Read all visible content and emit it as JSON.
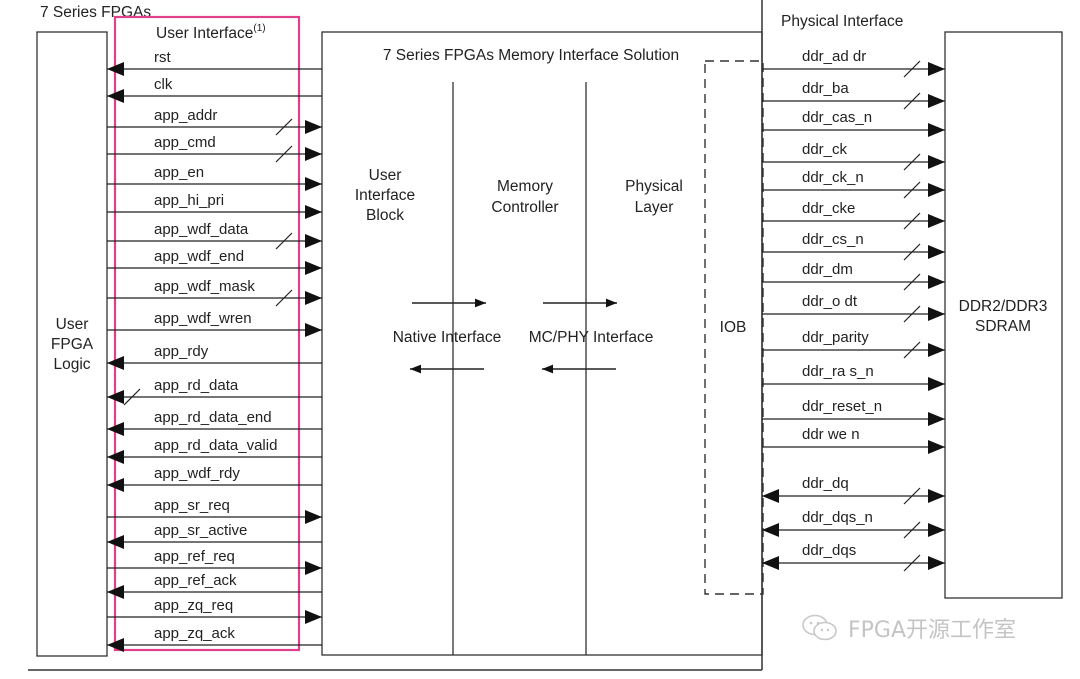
{
  "title": "7 Series FPGAs",
  "user_fpga_logic": {
    "label_lines": [
      "User",
      "FPGA",
      "Logic"
    ]
  },
  "user_interface": {
    "title": "User Interface",
    "footnote": "(1)",
    "highlight_color": "#e0408a",
    "signals": [
      {
        "name": "rst",
        "dir": "in",
        "bus": false
      },
      {
        "name": "clk",
        "dir": "in",
        "bus": false
      },
      {
        "name": "app_addr",
        "dir": "out",
        "bus": true
      },
      {
        "name": "app_cmd",
        "dir": "out",
        "bus": true
      },
      {
        "name": "app_en",
        "dir": "out",
        "bus": false
      },
      {
        "name": "app_hi_pri",
        "dir": "out",
        "bus": false
      },
      {
        "name": "app_wdf_data",
        "dir": "out",
        "bus": true
      },
      {
        "name": "app_wdf_end",
        "dir": "out",
        "bus": false
      },
      {
        "name": "app_wdf_mask",
        "dir": "out",
        "bus": true
      },
      {
        "name": "app_wdf_wren",
        "dir": "out",
        "bus": false
      },
      {
        "name": "app_rdy",
        "dir": "in",
        "bus": false
      },
      {
        "name": "app_rd_data",
        "dir": "in",
        "bus": true
      },
      {
        "name": "app_rd_data_end",
        "dir": "in",
        "bus": false
      },
      {
        "name": "app_rd_data_valid",
        "dir": "in",
        "bus": false
      },
      {
        "name": "app_wdf_rdy",
        "dir": "in",
        "bus": false
      },
      {
        "name": "app_sr_req",
        "dir": "out",
        "bus": false
      },
      {
        "name": "app_sr_active",
        "dir": "in",
        "bus": false
      },
      {
        "name": "app_ref_req",
        "dir": "out",
        "bus": false
      },
      {
        "name": "app_ref_ack",
        "dir": "in",
        "bus": false
      },
      {
        "name": "app_zq_req",
        "dir": "out",
        "bus": false
      },
      {
        "name": "app_zq_ack",
        "dir": "in",
        "bus": false
      }
    ]
  },
  "mis": {
    "title": "7 Series FPGAs Memory Interface Solution",
    "blocks": [
      {
        "lines": [
          "User",
          "Interface",
          "Block"
        ]
      },
      {
        "lines": [
          "Memory",
          "Controller"
        ]
      },
      {
        "lines": [
          "Physical",
          "Layer"
        ]
      }
    ],
    "interfaces": [
      "Native Interface",
      "MC/PHY Interface"
    ],
    "iob": "IOB"
  },
  "physical_interface": {
    "title": "Physical Interface",
    "signals": [
      {
        "name": "ddr_ad dr",
        "dir": "out",
        "bus": true
      },
      {
        "name": "ddr_ba",
        "dir": "out",
        "bus": true
      },
      {
        "name": "ddr_cas_n",
        "dir": "out",
        "bus": false
      },
      {
        "name": "ddr_ck",
        "dir": "out",
        "bus": true
      },
      {
        "name": "ddr_ck_n",
        "dir": "out",
        "bus": true
      },
      {
        "name": "ddr_cke",
        "dir": "out",
        "bus": true
      },
      {
        "name": "ddr_cs_n",
        "dir": "out",
        "bus": true
      },
      {
        "name": "ddr_dm",
        "dir": "out",
        "bus": true
      },
      {
        "name": "ddr_o dt",
        "dir": "out",
        "bus": true
      },
      {
        "name": "ddr_parity",
        "dir": "out",
        "bus": true
      },
      {
        "name": "ddr_ra s_n",
        "dir": "out",
        "bus": false
      },
      {
        "name": "ddr_reset_n",
        "dir": "out",
        "bus": false
      },
      {
        "name": "ddr we n",
        "dir": "out",
        "bus": false
      },
      {
        "name": "ddr_dq",
        "dir": "bidir",
        "bus": true
      },
      {
        "name": "ddr_dqs_n",
        "dir": "bidir",
        "bus": true
      },
      {
        "name": "ddr_dqs",
        "dir": "bidir",
        "bus": true
      }
    ]
  },
  "sdram": {
    "label_lines": [
      "DDR2/DDR3",
      "SDRAM"
    ]
  },
  "watermark": {
    "icon": "wechat-icon",
    "text": "FPGA开源工作室"
  }
}
